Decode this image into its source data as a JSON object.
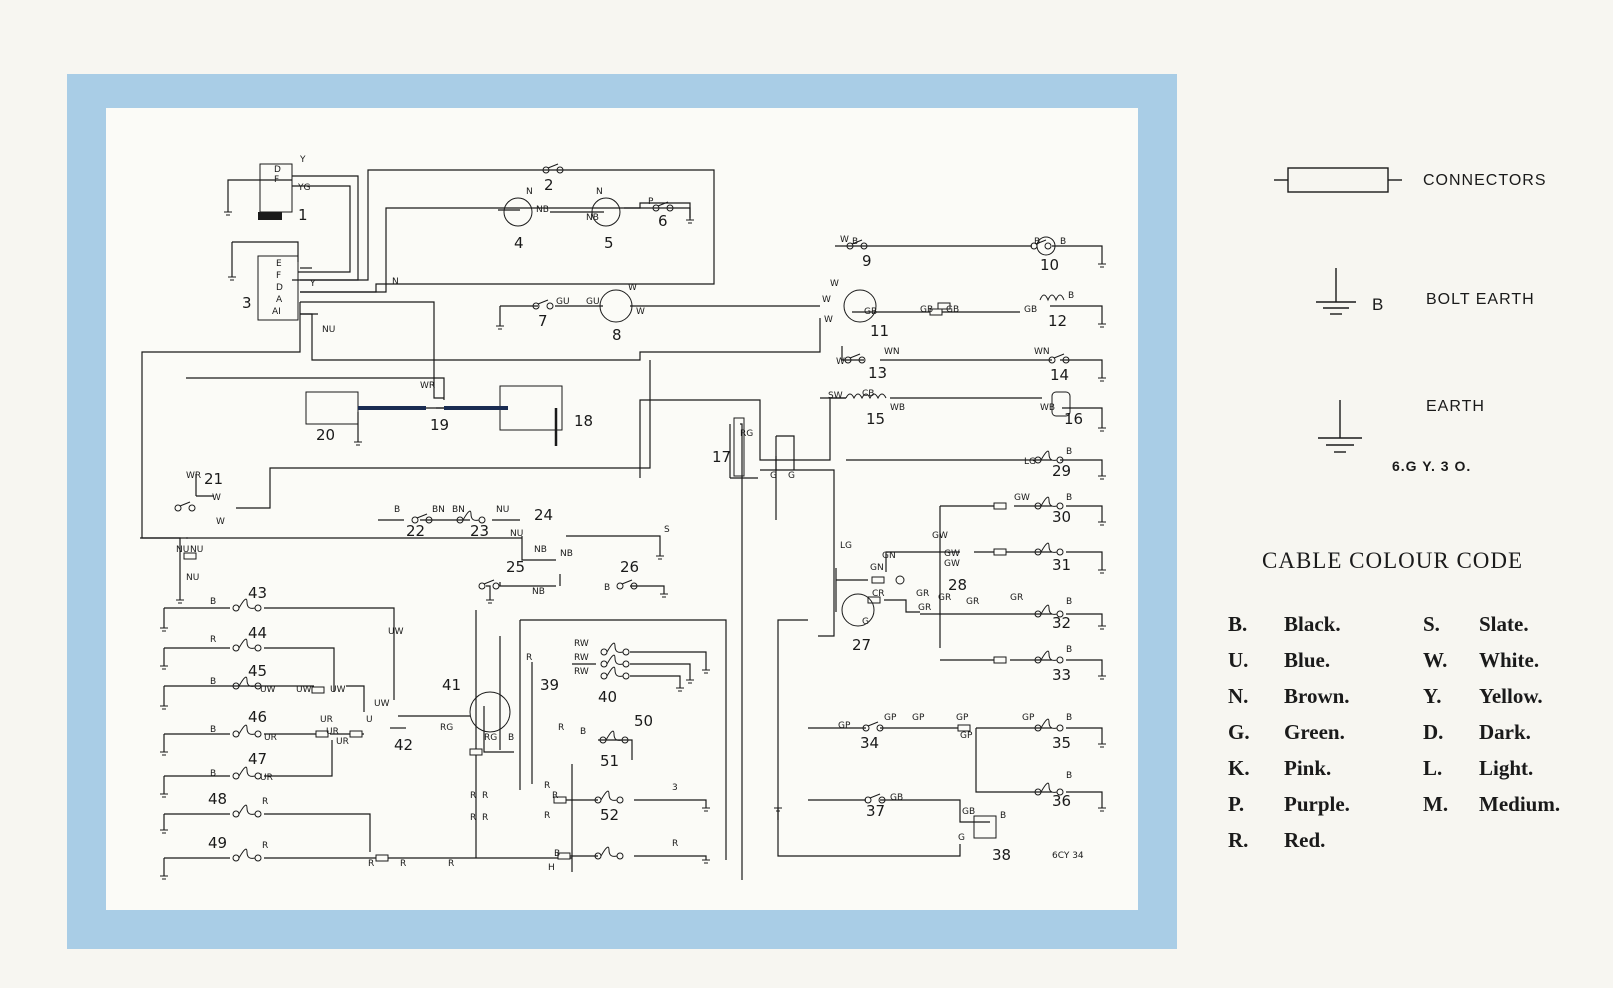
{
  "legend": {
    "connectors": "CONNECTORS",
    "bolt_earth_letter": "B",
    "bolt_earth": "BOLT EARTH",
    "earth": "EARTH",
    "drawing_ref": "6.G Y. 3 O."
  },
  "cable_code": {
    "title": "CABLE COLOUR CODE",
    "left": [
      {
        "key": "B.",
        "value": "Black."
      },
      {
        "key": "U.",
        "value": "Blue."
      },
      {
        "key": "N.",
        "value": "Brown."
      },
      {
        "key": "G.",
        "value": "Green."
      },
      {
        "key": "K.",
        "value": "Pink."
      },
      {
        "key": "P.",
        "value": "Purple."
      },
      {
        "key": "R.",
        "value": "Red."
      }
    ],
    "right": [
      {
        "key": "S.",
        "value": "Slate."
      },
      {
        "key": "W.",
        "value": "White."
      },
      {
        "key": "Y.",
        "value": "Yellow."
      },
      {
        "key": "D.",
        "value": "Dark."
      },
      {
        "key": "L.",
        "value": "Light."
      },
      {
        "key": "M.",
        "value": "Medium."
      }
    ]
  },
  "diagram": {
    "ref": "6CY 34",
    "numbers": [
      "1",
      "2",
      "3",
      "4",
      "5",
      "6",
      "7",
      "8",
      "9",
      "10",
      "11",
      "12",
      "13",
      "14",
      "15",
      "16",
      "17",
      "18",
      "19",
      "20",
      "21",
      "22",
      "23",
      "24",
      "25",
      "26",
      "27",
      "28",
      "29",
      "30",
      "31",
      "32",
      "33",
      "34",
      "35",
      "36",
      "37",
      "38",
      "39",
      "40",
      "41",
      "42",
      "43",
      "44",
      "45",
      "46",
      "47",
      "48",
      "49",
      "50",
      "51",
      "52"
    ],
    "terminal_labels": [
      "D",
      "F",
      "E",
      "F",
      "D",
      "A",
      "AI",
      "Y",
      "YG",
      "Y",
      "N",
      "NU",
      "NU",
      "NU",
      "NU",
      "W",
      "W",
      "WR",
      "WR",
      "B",
      "BN",
      "BN",
      "NU",
      "NU",
      "NB",
      "NB",
      "NB",
      "B",
      "N",
      "N",
      "NB",
      "NB",
      "P",
      "GU",
      "GU",
      "W",
      "W",
      "W",
      "W",
      "W",
      "GB",
      "GB",
      "GB",
      "GB",
      "B",
      "B",
      "B",
      "W",
      "B",
      "W",
      "WN",
      "WN",
      "SW",
      "CB",
      "WB",
      "WB",
      "RG",
      "G",
      "G",
      "LG",
      "LG",
      "B",
      "GW",
      "GW",
      "B",
      "GW",
      "GW",
      "GN",
      "GN",
      "CR",
      "GR",
      "GR",
      "GR",
      "GR",
      "GR",
      "B",
      "B",
      "G",
      "GP",
      "GP",
      "GP",
      "GP",
      "GP",
      "GP",
      "B",
      "B",
      "GB",
      "GB",
      "B",
      "G",
      "R",
      "RW",
      "RW",
      "RW",
      "R",
      "UW",
      "UW",
      "UW",
      "UW",
      "UW",
      "UR",
      "UR",
      "UR",
      "UR",
      "UR",
      "U",
      "RG",
      "RG",
      "B",
      "B",
      "B",
      "B",
      "B",
      "3",
      "R",
      "R",
      "R",
      "R",
      "R",
      "R",
      "R",
      "R",
      "R",
      "R",
      "R",
      "R",
      "R",
      "R",
      "B",
      "B",
      "H",
      "S"
    ],
    "colors": {
      "frame": "#a9cde6",
      "panel": "#fbfbf7",
      "ink": "#1a1a1a",
      "lead": "#1a2c52"
    }
  }
}
